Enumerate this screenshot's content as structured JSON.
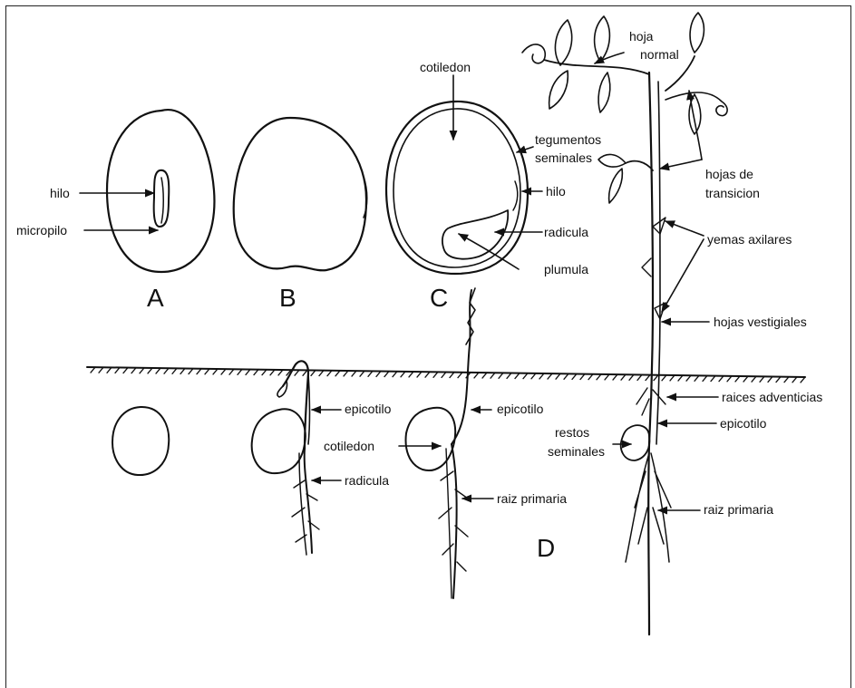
{
  "labels": {
    "hilo_a": "hilo",
    "micropilo": "micropilo",
    "cotiledon_top": "cotiledon",
    "tegumentos_1": "tegumentos",
    "tegumentos_2": "seminales",
    "hilo_c": "hilo",
    "radicula_c": "radicula",
    "plumula": "plumula",
    "hoja_1": "hoja",
    "hoja_2": "normal",
    "hojas_de_1": "hojas de",
    "hojas_de_2": "transicion",
    "yemas": "yemas axilares",
    "vestigiales": "hojas vestigiales",
    "raices": "raices adventicias",
    "epicotilo_1": "epicotilo",
    "epicotilo_2": "epicotilo",
    "epicotilo_3": "epicotilo",
    "restos_1": "restos",
    "restos_2": "seminales",
    "cotiledon_bottom": "cotiledon",
    "radicula_bottom": "radicula",
    "raiz_1": "raiz primaria",
    "raiz_2": "raiz primaria"
  },
  "panel_letters": {
    "a": "A",
    "b": "B",
    "c": "C",
    "d": "D"
  },
  "colors": {
    "ink": "#111111",
    "background": "#ffffff"
  }
}
